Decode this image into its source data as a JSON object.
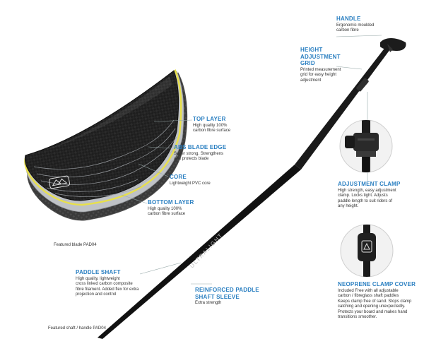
{
  "colors": {
    "label_blue": "#2a7fc1",
    "carbon": "#1c1c1c",
    "abs_edge": "#e8e04a",
    "core": "#b9bcc0"
  },
  "callouts": [
    {
      "id": "handle",
      "title": "HANDLE",
      "desc": "Ergonomic moulded\ncarbon fibre"
    },
    {
      "id": "height_adjustment_grid",
      "title": "HEIGHT\nADJUSTMENT\nGRID",
      "desc": "Printed measurement\ngrid for easy height\nadjustment"
    },
    {
      "id": "top_layer",
      "title": "TOP LAYER",
      "desc": "High quality 100%\ncarbon fibre surface"
    },
    {
      "id": "abs_blade_edge",
      "title": "ABS BLADE EDGE",
      "desc": "Super strong. Strengthens\nand protects blade"
    },
    {
      "id": "core",
      "title": "CORE",
      "desc": "Lightweight PVC core"
    },
    {
      "id": "bottom_layer",
      "title": "BOTTOM LAYER",
      "desc": "High quality 100%\ncarbon fibre surface"
    },
    {
      "id": "adjustment_clamp",
      "title": "ADJUSTMENT CLAMP",
      "desc": "High strength, easy adjustment\nclamp. Locks tight. Adjusts\npaddle length to suit riders of\nany height."
    },
    {
      "id": "paddle_shaft",
      "title": "PADDLE SHAFT",
      "desc": "High quality, lightweight\ncross linked carbon composite\nfibre filament. Added flex for extra\nprojection and control"
    },
    {
      "id": "reinforced_paddle_shaft_sleeve",
      "title": "REINFORCED PADDLE\nSHAFT SLEEVE",
      "desc": "Extra strength"
    },
    {
      "id": "neoprene_clamp_cover",
      "title": "NEOPRENE CLAMP COVER",
      "desc": "Included Free with all adjustable\ncarbon / fibreglass shaft paddles\nKeeps clamp free of sand. Stops clamp\ncatching and opening unexpectedly.\nProtects your board and makes hand\ntransitions smoother."
    }
  ],
  "captions": {
    "blade": "Featured blade PAD04",
    "shaft": "Featured shaft / handle PAD04"
  },
  "shaft_print": "ULTRALIGHT"
}
